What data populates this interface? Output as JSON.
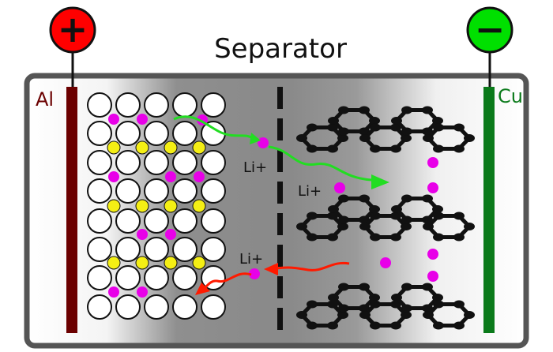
{
  "title": "Separator",
  "positive_terminal": {
    "symbol": "+",
    "color": "#ff0000"
  },
  "negative_terminal": {
    "symbol": "−",
    "color": "#00e000"
  },
  "cathode_collector": {
    "label": "Al",
    "color": "#6b0000"
  },
  "anode_collector": {
    "label": "Cu",
    "color": "#0a7a1a"
  },
  "ion_labels": {
    "li_plus_1": "Li+",
    "li_plus_2": "Li+",
    "li_plus_3": "Li+"
  },
  "colors": {
    "lithium": "#e800e8",
    "transition_metal": "#f5ef14",
    "oxygen": "#ffffff",
    "charge_arrow": "#22dd22",
    "discharge_arrow": "#ff1a00",
    "casing": "#555555",
    "graphene": "#111111"
  }
}
